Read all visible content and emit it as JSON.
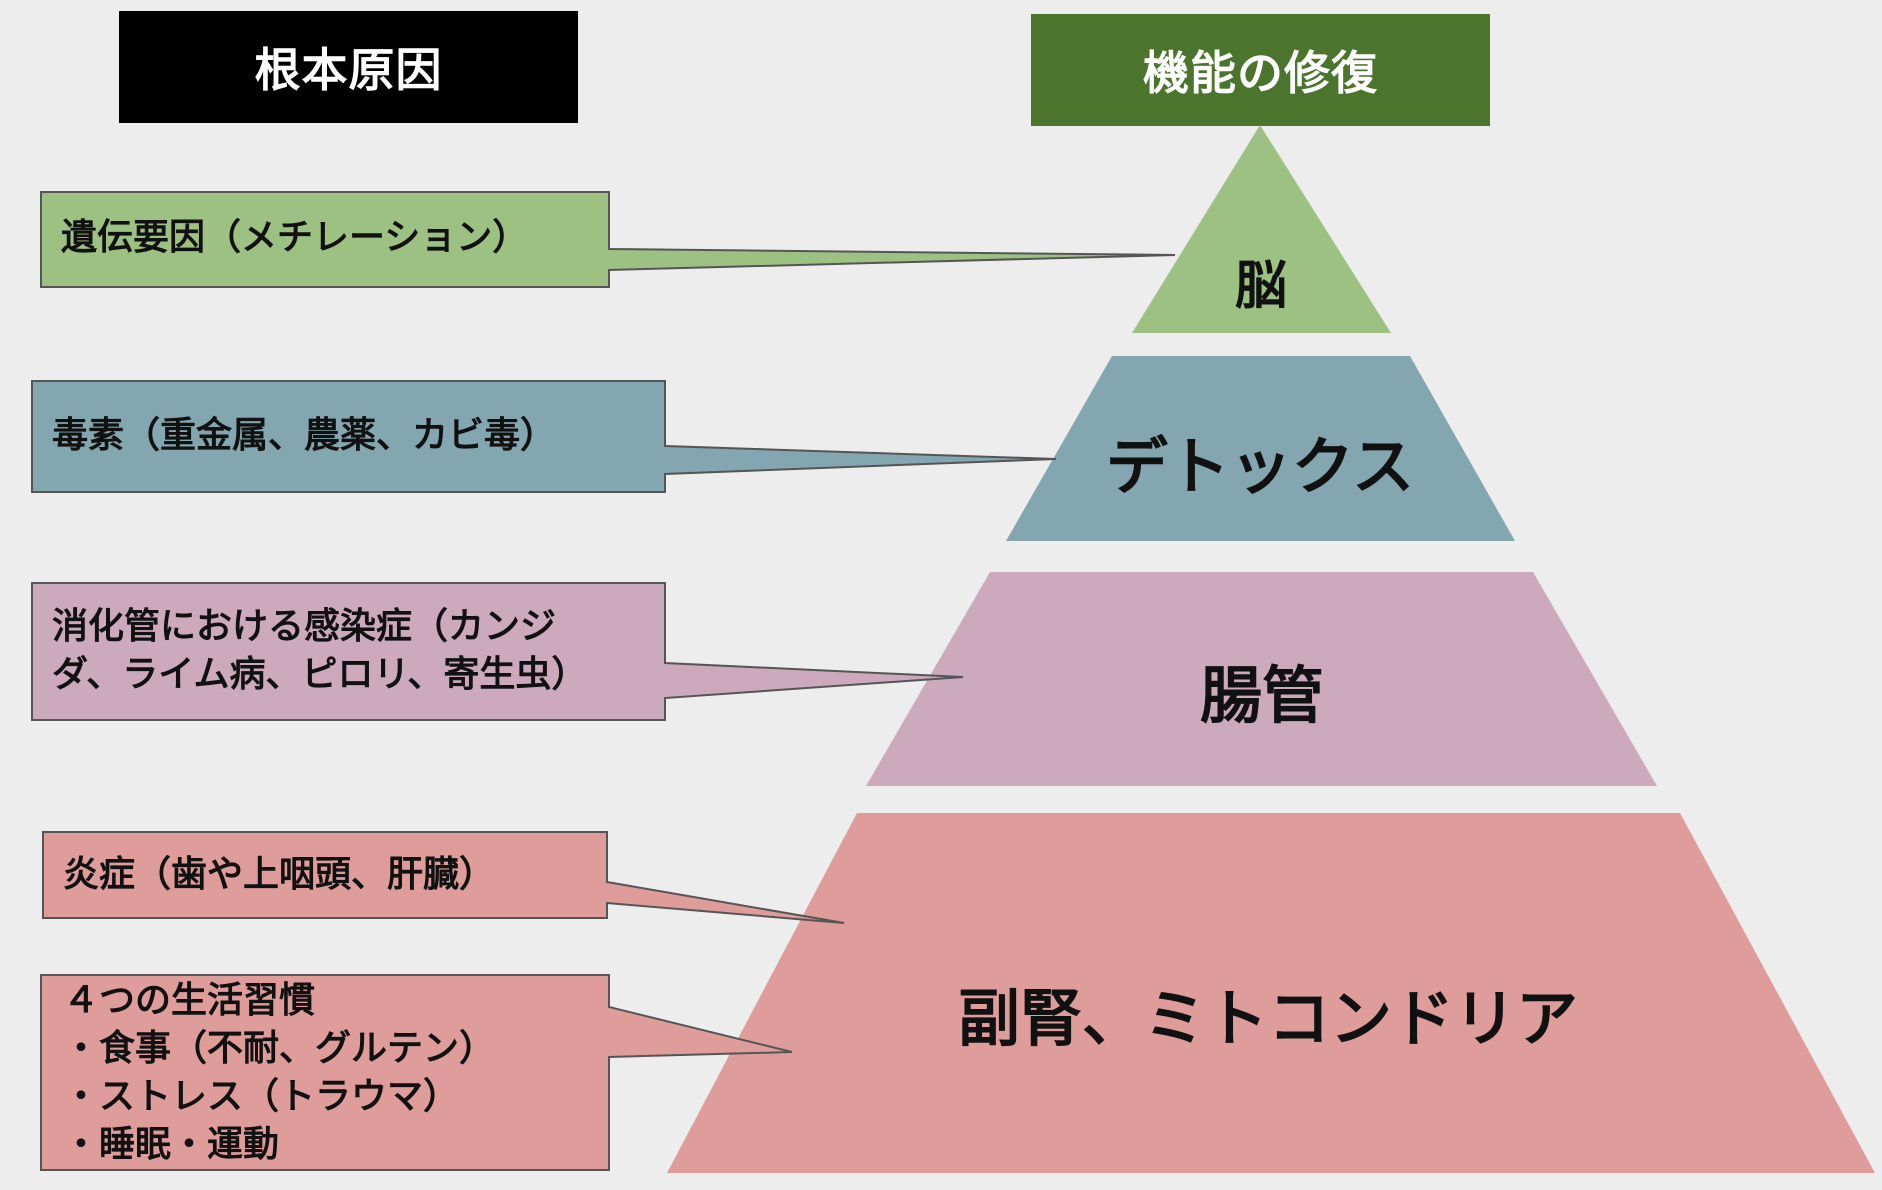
{
  "headers": {
    "root_causes": "根本原因",
    "function_repair": "機能の修復"
  },
  "pyramid": [
    {
      "label": "脳",
      "color": "#9dc183"
    },
    {
      "label": "デトックス",
      "color": "#83a6b0"
    },
    {
      "label": "腸管",
      "color": "#cdaabb"
    },
    {
      "label": "副腎、ミトコンドリア",
      "color": "#de9d9b"
    }
  ],
  "causes": [
    {
      "text": "遺伝要因（メチレーション）",
      "color": "#9dc183"
    },
    {
      "text": "毒素（重金属、農薬、カビ毒）",
      "color": "#83a6b0"
    },
    {
      "text": "消化管における感染症（カンジ\nダ、ライム病、ピロリ、寄生虫）",
      "color": "#cdaabb"
    },
    {
      "text": "炎症（歯や上咽頭、肝臓）",
      "color": "#de9d9b"
    },
    {
      "text": "４つの生活習慣\n・食事（不耐、グルテン）\n・ストレス（トラウマ）\n・睡眠・運動",
      "color": "#de9d9b"
    }
  ],
  "colors": {
    "header_left_bg": "#000000",
    "header_right_bg": "#4b752c",
    "outline": "#555555",
    "background": "#ededed"
  }
}
